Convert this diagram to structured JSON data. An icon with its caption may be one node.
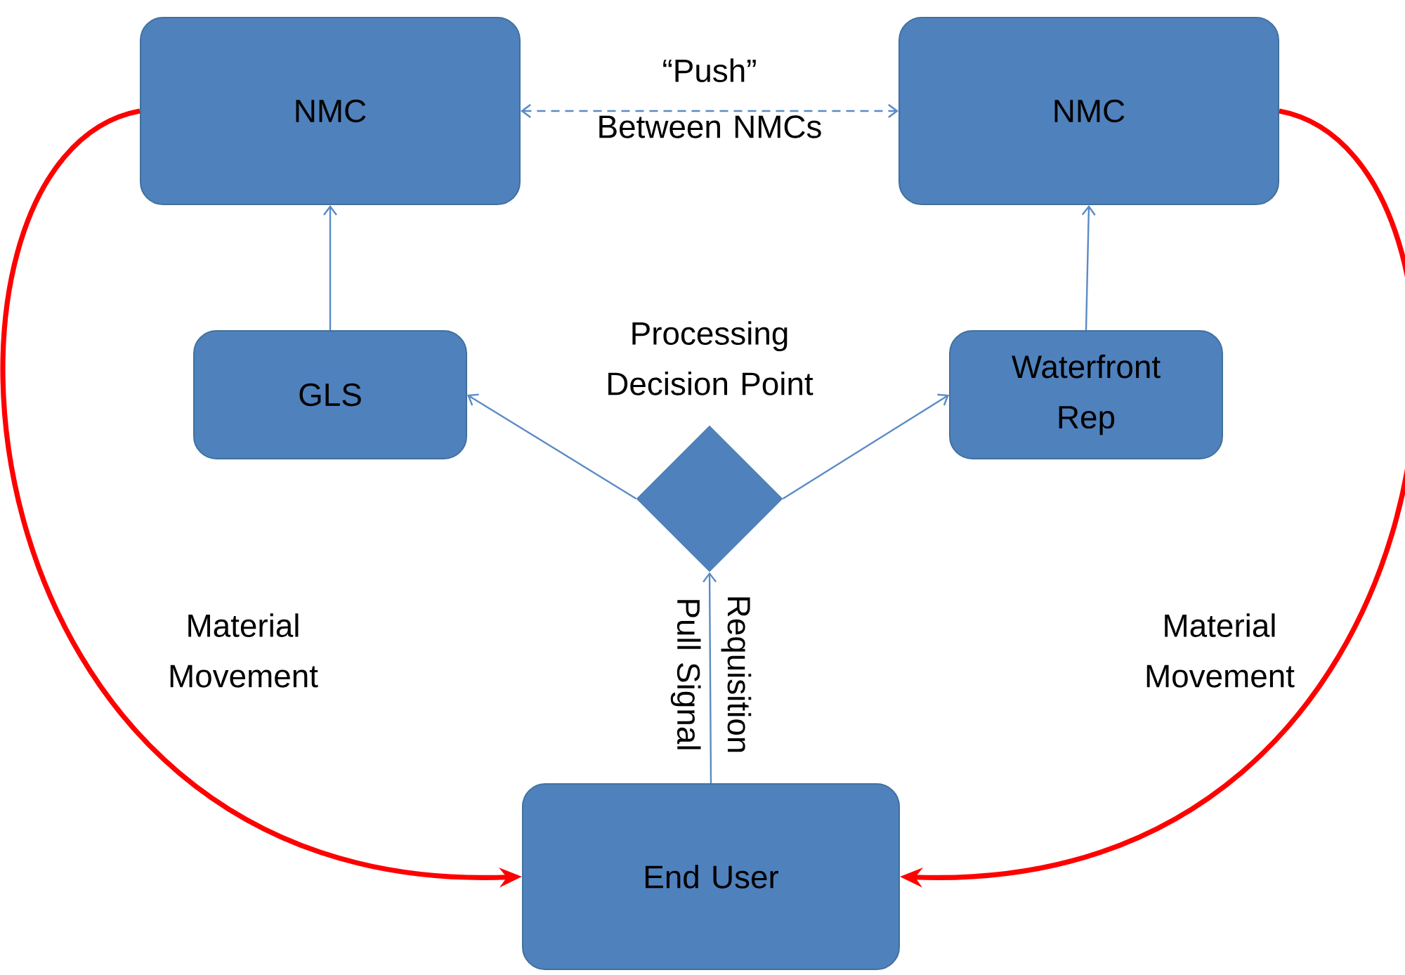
{
  "diagram": {
    "nodes": [
      {
        "text": [
          "NMC"
        ]
      },
      {
        "text": [
          "NMC"
        ]
      },
      {
        "text": [
          "GLS"
        ]
      },
      {
        "text": [
          "Waterfront Rep"
        ]
      },
      {
        "text": [
          "Processing Decision Point"
        ]
      },
      {
        "text": [
          "End User"
        ]
      }
    ],
    "edges": [
      {
        "from": 0,
        "to": 1,
        "arrow": "both",
        "style": "dashed",
        "label": "“Push” Between NMCs"
      },
      {
        "from": 2,
        "to": 0,
        "arrow": "to"
      },
      {
        "from": 3,
        "to": 1,
        "arrow": "to"
      },
      {
        "from": 4,
        "to": 2,
        "arrow": "to"
      },
      {
        "from": 4,
        "to": 3,
        "arrow": "to"
      },
      {
        "from": 5,
        "to": 4,
        "arrow": "to",
        "label": "Requisition Pull Signal"
      },
      {
        "from": 0,
        "to": 5,
        "arrow": "to",
        "style": "thick",
        "color": "#ff0000",
        "label": "Material Movement"
      },
      {
        "from": 1,
        "to": 5,
        "arrow": "to",
        "style": "thick",
        "color": "#ff0000",
        "label": "Material Movement"
      }
    ]
  }
}
